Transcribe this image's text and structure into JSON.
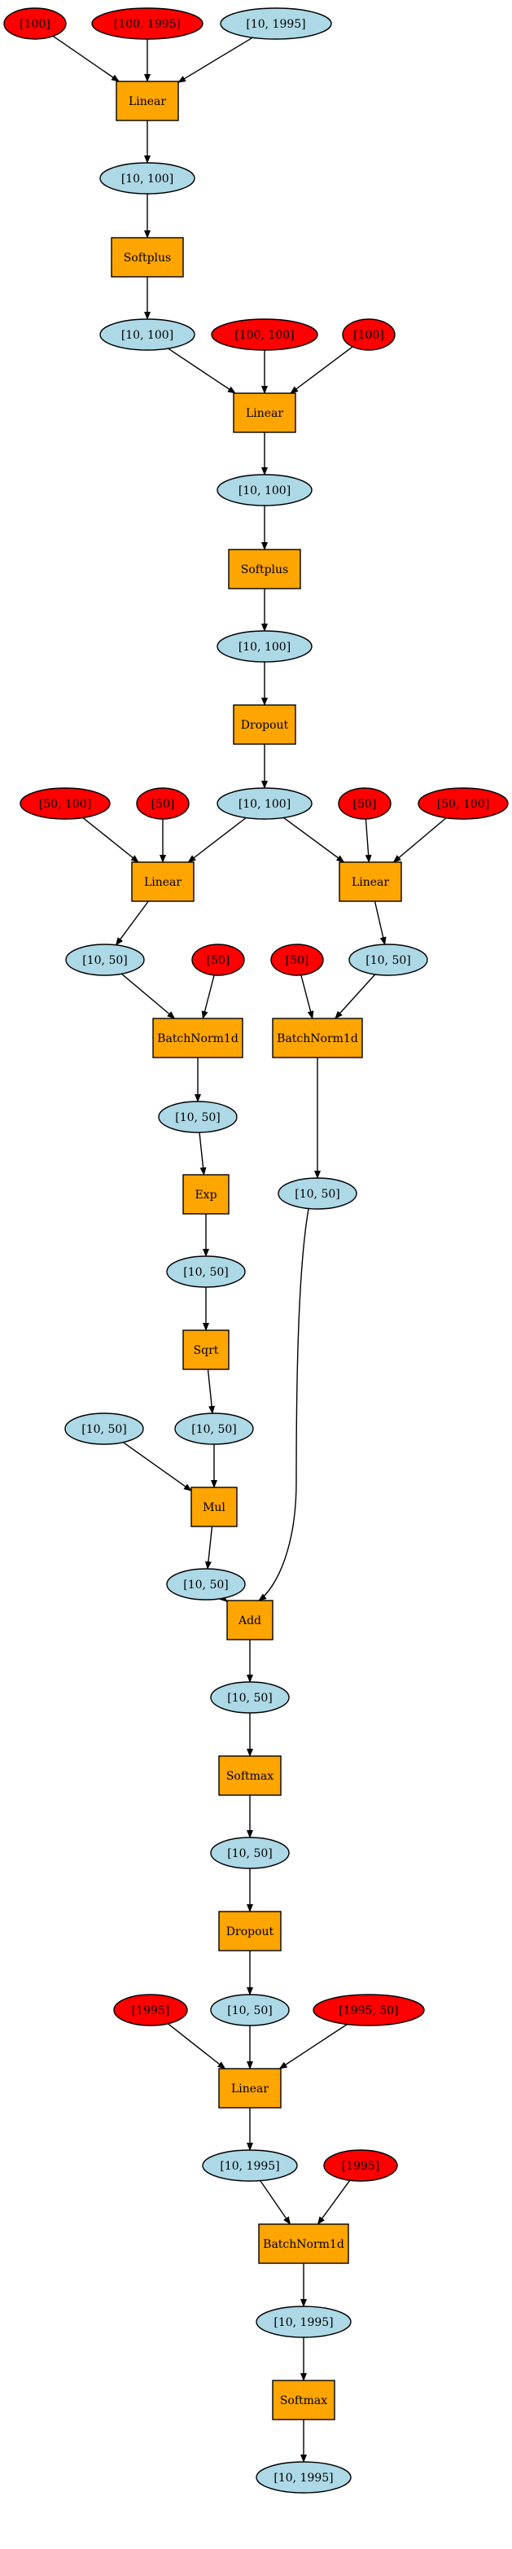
{
  "nodes": [
    {
      "id": "p0",
      "label": "[100]",
      "kind": "param"
    },
    {
      "id": "p1",
      "label": "[100, 1995]",
      "kind": "param"
    },
    {
      "id": "t0",
      "label": "[10, 1995]",
      "kind": "tensor"
    },
    {
      "id": "op0",
      "label": "Linear",
      "kind": "op"
    },
    {
      "id": "t1",
      "label": "[10, 100]",
      "kind": "tensor"
    },
    {
      "id": "op1",
      "label": "Softplus",
      "kind": "op"
    },
    {
      "id": "t2",
      "label": "[10, 100]",
      "kind": "tensor"
    },
    {
      "id": "p2",
      "label": "[100, 100]",
      "kind": "param"
    },
    {
      "id": "p3",
      "label": "[100]",
      "kind": "param"
    },
    {
      "id": "op2",
      "label": "Linear",
      "kind": "op"
    },
    {
      "id": "t3",
      "label": "[10, 100]",
      "kind": "tensor"
    },
    {
      "id": "op3",
      "label": "Softplus",
      "kind": "op"
    },
    {
      "id": "t4",
      "label": "[10, 100]",
      "kind": "tensor"
    },
    {
      "id": "op4",
      "label": "Dropout",
      "kind": "op"
    },
    {
      "id": "p4",
      "label": "[50, 100]",
      "kind": "param"
    },
    {
      "id": "p5",
      "label": "[50]",
      "kind": "param"
    },
    {
      "id": "t5",
      "label": "[10, 100]",
      "kind": "tensor"
    },
    {
      "id": "p6",
      "label": "[50]",
      "kind": "param"
    },
    {
      "id": "p7",
      "label": "[50, 100]",
      "kind": "param"
    },
    {
      "id": "op5",
      "label": "Linear",
      "kind": "op"
    },
    {
      "id": "op6",
      "label": "Linear",
      "kind": "op"
    },
    {
      "id": "t6",
      "label": "[10, 50]",
      "kind": "tensor"
    },
    {
      "id": "p8",
      "label": "[50]",
      "kind": "param"
    },
    {
      "id": "p9",
      "label": "[50]",
      "kind": "param"
    },
    {
      "id": "t7",
      "label": "[10, 50]",
      "kind": "tensor"
    },
    {
      "id": "op7",
      "label": "BatchNorm1d",
      "kind": "op"
    },
    {
      "id": "op8",
      "label": "BatchNorm1d",
      "kind": "op"
    },
    {
      "id": "t8",
      "label": "[10, 50]",
      "kind": "tensor"
    },
    {
      "id": "t9",
      "label": "[10, 50]",
      "kind": "tensor"
    },
    {
      "id": "op9",
      "label": "Exp",
      "kind": "op"
    },
    {
      "id": "t10",
      "label": "[10, 50]",
      "kind": "tensor"
    },
    {
      "id": "op10",
      "label": "Sqrt",
      "kind": "op"
    },
    {
      "id": "t11",
      "label": "[10, 50]",
      "kind": "tensor"
    },
    {
      "id": "t12",
      "label": "[10, 50]",
      "kind": "tensor"
    },
    {
      "id": "op11",
      "label": "Mul",
      "kind": "op"
    },
    {
      "id": "t13",
      "label": "[10, 50]",
      "kind": "tensor"
    },
    {
      "id": "op12",
      "label": "Add",
      "kind": "op"
    },
    {
      "id": "t14",
      "label": "[10, 50]",
      "kind": "tensor"
    },
    {
      "id": "op13",
      "label": "Softmax",
      "kind": "op"
    },
    {
      "id": "t15",
      "label": "[10, 50]",
      "kind": "tensor"
    },
    {
      "id": "op14",
      "label": "Dropout",
      "kind": "op"
    },
    {
      "id": "p10",
      "label": "[1995]",
      "kind": "param"
    },
    {
      "id": "t16",
      "label": "[10, 50]",
      "kind": "tensor"
    },
    {
      "id": "p11",
      "label": "[1995, 50]",
      "kind": "param"
    },
    {
      "id": "op15",
      "label": "Linear",
      "kind": "op"
    },
    {
      "id": "t17",
      "label": "[10, 1995]",
      "kind": "tensor"
    },
    {
      "id": "p12",
      "label": "[1995]",
      "kind": "param"
    },
    {
      "id": "op16",
      "label": "BatchNorm1d",
      "kind": "op"
    },
    {
      "id": "t18",
      "label": "[10, 1995]",
      "kind": "tensor"
    },
    {
      "id": "op17",
      "label": "Softmax",
      "kind": "op"
    },
    {
      "id": "t19",
      "label": "[10, 1995]",
      "kind": "tensor"
    }
  ],
  "edges": [
    [
      "p0",
      "op0"
    ],
    [
      "p1",
      "op0"
    ],
    [
      "t0",
      "op0"
    ],
    [
      "op0",
      "t1"
    ],
    [
      "t1",
      "op1"
    ],
    [
      "op1",
      "t2"
    ],
    [
      "t2",
      "op2"
    ],
    [
      "p2",
      "op2"
    ],
    [
      "p3",
      "op2"
    ],
    [
      "op2",
      "t3"
    ],
    [
      "t3",
      "op3"
    ],
    [
      "op3",
      "t4"
    ],
    [
      "t4",
      "op4"
    ],
    [
      "op4",
      "t5"
    ],
    [
      "p4",
      "op5"
    ],
    [
      "p5",
      "op5"
    ],
    [
      "t5",
      "op5"
    ],
    [
      "t5",
      "op6"
    ],
    [
      "p6",
      "op6"
    ],
    [
      "p7",
      "op6"
    ],
    [
      "op5",
      "t6"
    ],
    [
      "op6",
      "t7"
    ],
    [
      "t6",
      "op7"
    ],
    [
      "p8",
      "op7"
    ],
    [
      "p9",
      "op8"
    ],
    [
      "t7",
      "op8"
    ],
    [
      "op7",
      "t8"
    ],
    [
      "op8",
      "t9"
    ],
    [
      "t8",
      "op9"
    ],
    [
      "op9",
      "t10"
    ],
    [
      "t10",
      "op10"
    ],
    [
      "op10",
      "t11"
    ],
    [
      "t12",
      "op11"
    ],
    [
      "t11",
      "op11"
    ],
    [
      "op11",
      "t13"
    ],
    [
      "t13",
      "op12"
    ],
    [
      "t9",
      "op12"
    ],
    [
      "op12",
      "t14"
    ],
    [
      "t14",
      "op13"
    ],
    [
      "op13",
      "t15"
    ],
    [
      "t15",
      "op14"
    ],
    [
      "op14",
      "t16"
    ],
    [
      "p10",
      "op15"
    ],
    [
      "t16",
      "op15"
    ],
    [
      "p11",
      "op15"
    ],
    [
      "op15",
      "t17"
    ],
    [
      "t17",
      "op16"
    ],
    [
      "p12",
      "op16"
    ],
    [
      "op16",
      "t18"
    ],
    [
      "t18",
      "op17"
    ],
    [
      "op17",
      "t19"
    ]
  ],
  "colors": {
    "param_fill": "#ff0000",
    "tensor_fill": "#add8e6",
    "op_fill": "#ffa500",
    "stroke": "#000000"
  }
}
